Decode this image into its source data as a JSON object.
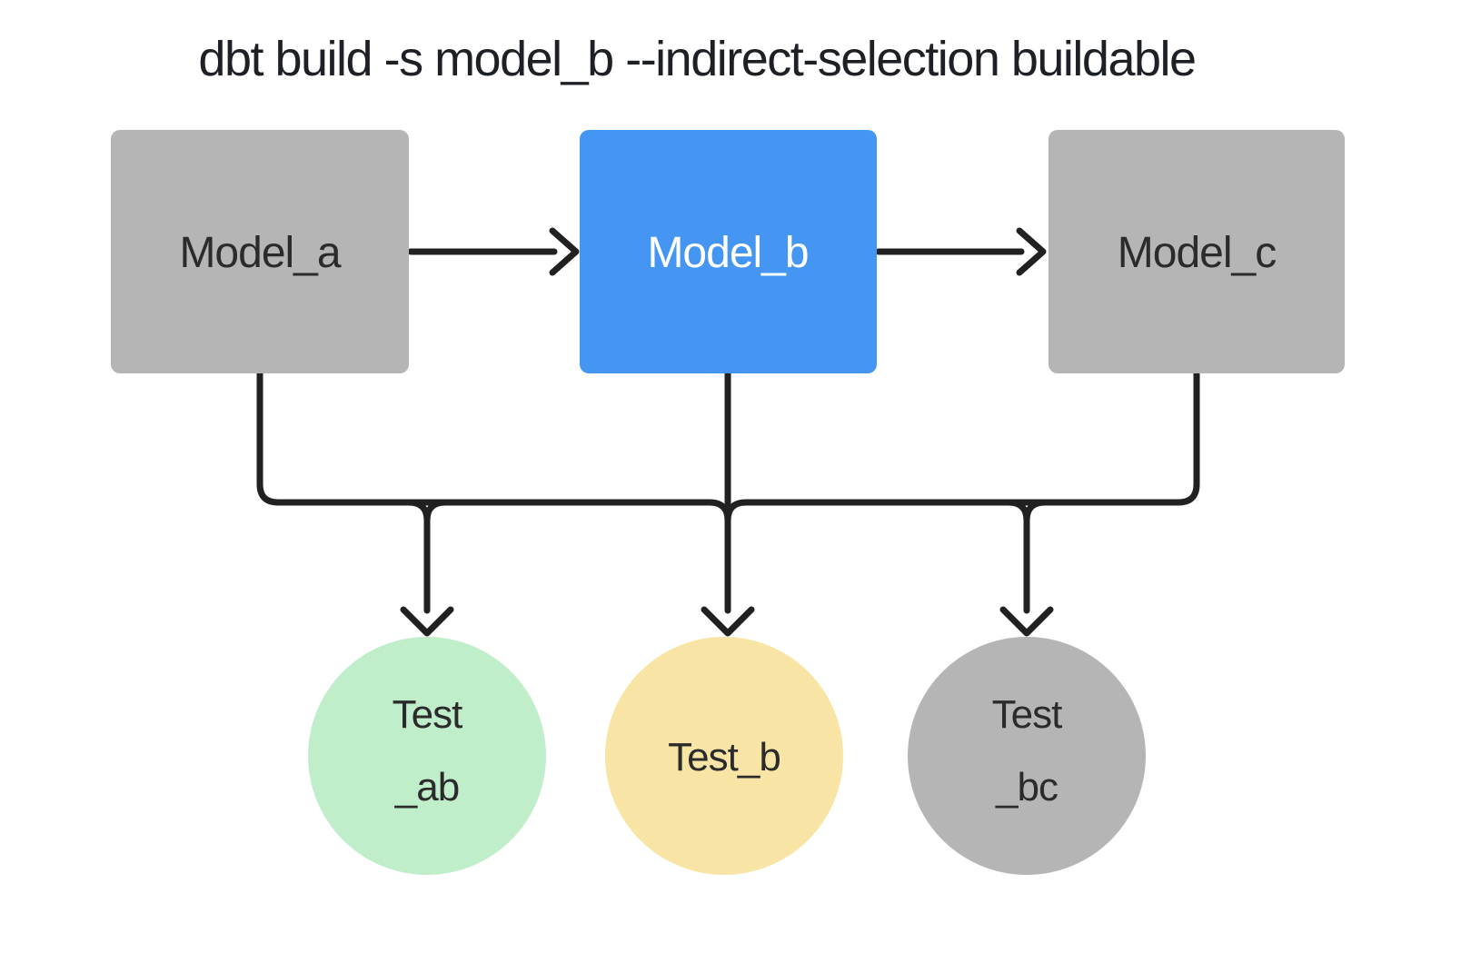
{
  "title": "dbt build -s model_b --indirect-selection buildable",
  "colors": {
    "background": "#ffffff",
    "line": "#212121",
    "title_text": "#1d2025",
    "text_dark": "#2b2b2b",
    "text_light": "#ffffff",
    "model_gray": "#b5b5b5",
    "model_selected_blue": "#4596f2",
    "test_green": "#c0eecb",
    "test_yellow": "#f8e5a6",
    "test_gray": "#b5b5b5"
  },
  "models": [
    {
      "label": "Model_a",
      "state": "indirectly-selected"
    },
    {
      "label": "Model_b",
      "state": "selected"
    },
    {
      "label": "Model_c",
      "state": "indirectly-selected"
    }
  ],
  "tests": [
    {
      "line1": "Test",
      "line2": "_ab"
    },
    {
      "line1": "Test_b",
      "line2": ""
    },
    {
      "line1": "Test",
      "line2": "_bc"
    }
  ]
}
